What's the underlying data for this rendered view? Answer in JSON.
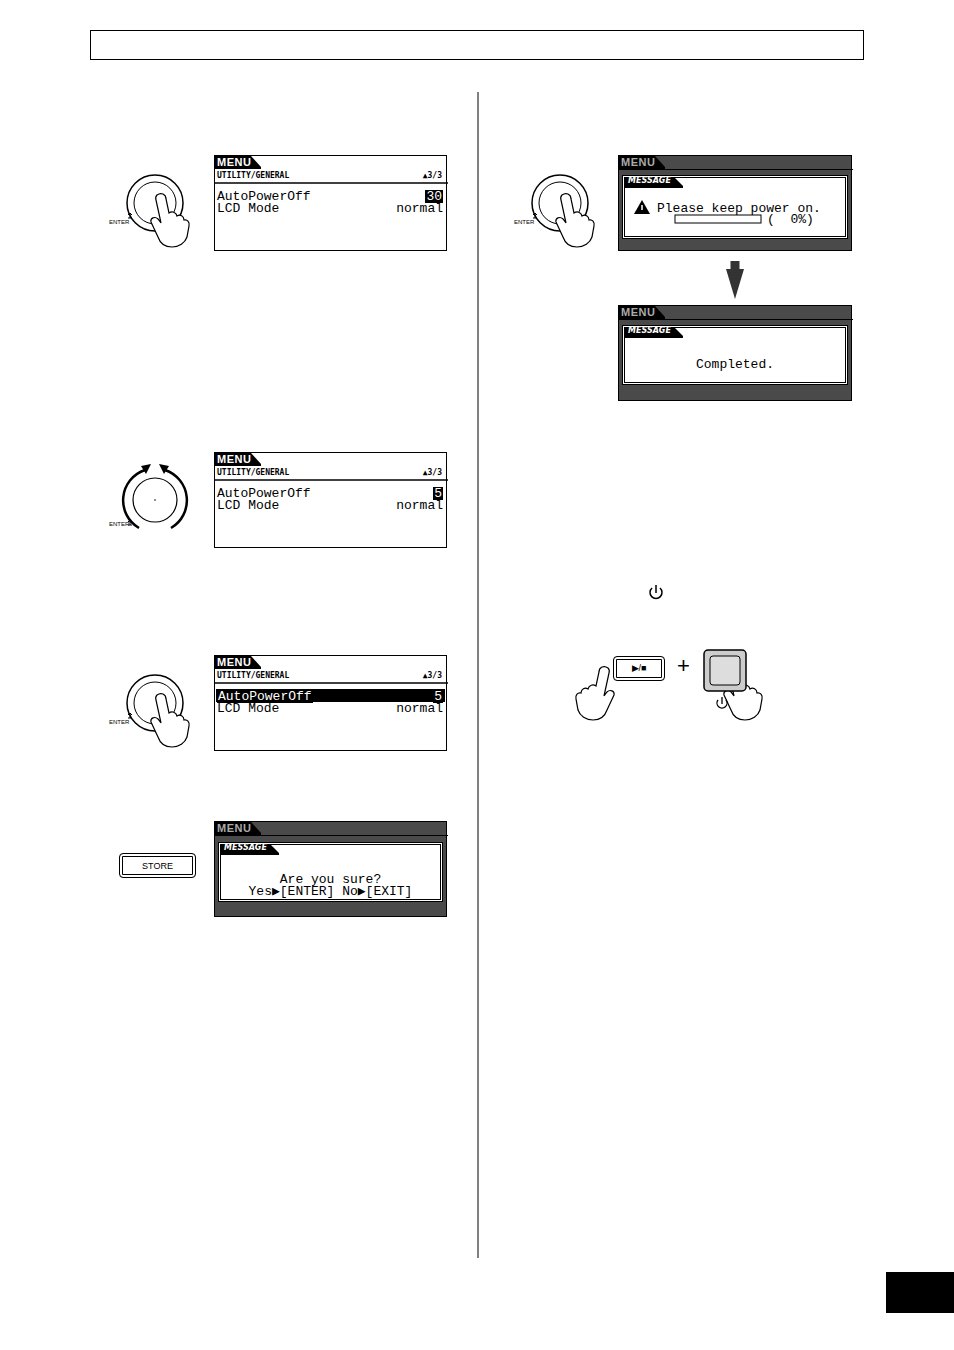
{
  "diagram": {
    "nodes": [
      {
        "text": [
          "MENU",
          "UTILITY/GENERAL",
          "▲3/3",
          "AutoPowerOff",
          "30",
          "LCD Mode",
          "normal"
        ]
      },
      {
        "text": [
          "MENU",
          "UTILITY/GENERAL",
          "▲3/3",
          "AutoPowerOff",
          "5",
          "LCD Mode",
          "normal"
        ]
      },
      {
        "text": [
          "MENU",
          "UTILITY/GENERAL",
          "▲3/3",
          "AutoPowerOff",
          "5",
          "LCD Mode",
          "normal"
        ]
      },
      {
        "text": [
          "STORE"
        ]
      },
      {
        "text": [
          "MENU"
        ]
      },
      {
        "text": [
          "MESSAGE",
          "Are you sure?",
          "Yes▶[ENTER] No▶[EXIT]"
        ],
        "in": 4
      },
      {
        "text": [
          "MENU"
        ]
      },
      {
        "text": [
          "MESSAGE",
          "Please keep power on.",
          "(  0%)"
        ],
        "in": 6
      },
      {
        "text": [
          "MENU"
        ]
      },
      {
        "text": [
          "MESSAGE",
          "Completed."
        ],
        "in": 8
      },
      {
        "text": [
          "▶/■"
        ]
      }
    ],
    "edges": [
      {
        "from": 6,
        "to": 8,
        "arrow": "to"
      }
    ],
    "labels": [
      "ENTER",
      "ENTER",
      "ENTER",
      "ENTER",
      "+"
    ]
  }
}
